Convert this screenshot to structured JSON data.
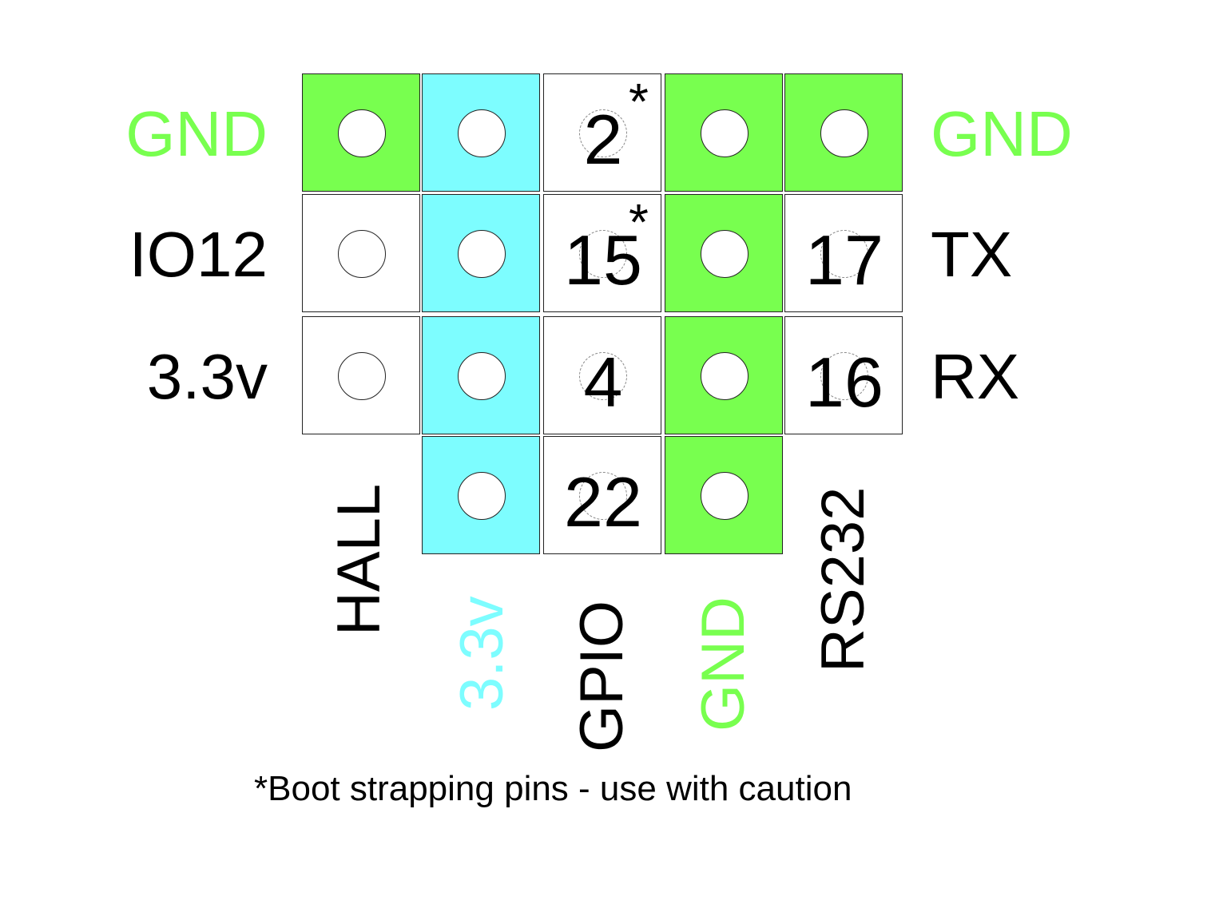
{
  "colors": {
    "gnd": "#78ff4f",
    "v33": "#7dfdff",
    "plain": "#ffffff",
    "text": "#000000"
  },
  "rows": [
    {
      "left_label": "GND",
      "left_color": "gnd",
      "right_label": "GND",
      "right_color": "gnd",
      "cells": [
        {
          "fill": "gnd",
          "pin": ""
        },
        {
          "fill": "v33",
          "pin": ""
        },
        {
          "fill": "plain",
          "pin": "2",
          "strap": true
        },
        {
          "fill": "gnd",
          "pin": ""
        },
        {
          "fill": "gnd",
          "pin": ""
        }
      ]
    },
    {
      "left_label": "IO12",
      "left_color": "text",
      "right_label": "TX",
      "right_color": "text",
      "cells": [
        {
          "fill": "plain",
          "pin": ""
        },
        {
          "fill": "v33",
          "pin": ""
        },
        {
          "fill": "plain",
          "pin": "15",
          "strap": true
        },
        {
          "fill": "gnd",
          "pin": ""
        },
        {
          "fill": "plain",
          "pin": "17"
        }
      ]
    },
    {
      "left_label": "3.3v",
      "left_color": "text",
      "right_label": "RX",
      "right_color": "text",
      "cells": [
        {
          "fill": "plain",
          "pin": ""
        },
        {
          "fill": "v33",
          "pin": ""
        },
        {
          "fill": "plain",
          "pin": "4"
        },
        {
          "fill": "gnd",
          "pin": ""
        },
        {
          "fill": "plain",
          "pin": "16"
        }
      ]
    },
    {
      "left_label": "",
      "left_color": "text",
      "right_label": "",
      "right_color": "text",
      "cells": [
        null,
        {
          "fill": "v33",
          "pin": ""
        },
        {
          "fill": "plain",
          "pin": "22"
        },
        {
          "fill": "gnd",
          "pin": ""
        },
        null
      ]
    }
  ],
  "strap_marker": "*",
  "column_labels": [
    {
      "text": "HALL",
      "color": "text"
    },
    {
      "text": "3.3v",
      "color": "v33"
    },
    {
      "text": "GPIO",
      "color": "text"
    },
    {
      "text": "GND",
      "color": "gnd"
    },
    {
      "text": "RS232",
      "color": "text"
    }
  ],
  "footnote": "*Boot strapping pins - use with caution"
}
